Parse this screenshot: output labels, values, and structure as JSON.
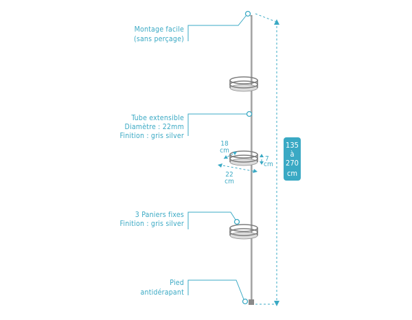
{
  "labels": {
    "mounting": {
      "line1": "Montage facile",
      "line2": "(sans perçage)"
    },
    "tube": {
      "line1": "Tube extensible",
      "line2": "Diamètre : 22mm",
      "line3": "Finition : gris silver"
    },
    "baskets": {
      "line1": "3 Paniers fixes",
      "line2": "Finition : gris silver"
    },
    "foot": {
      "line1": "Pied",
      "line2": "antidérapant"
    }
  },
  "dimensions": {
    "depth": {
      "value": "18",
      "unit": "cm"
    },
    "height": {
      "value": "7",
      "unit": "cm"
    },
    "width": {
      "value": "22",
      "unit": "cm"
    }
  },
  "height_badge": {
    "line1": "135",
    "line2": "à",
    "line3": "270",
    "line4": "cm"
  },
  "colors": {
    "accent": "#3aa9c4",
    "pole": "#9a9a9a",
    "badge": "#3aa9c4"
  }
}
